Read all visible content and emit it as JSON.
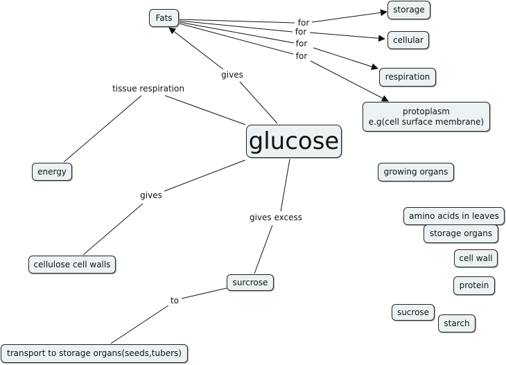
{
  "diagram": {
    "type": "concept-map",
    "central_concept": "glucose",
    "nodes": {
      "fats": "Fats",
      "storage": "storage",
      "cellular": "cellular",
      "respiration": "respiration",
      "protoplasm_line1": "protoplasm",
      "protoplasm_line2": "e.g(cell surface membrane)",
      "glucose": "glucose",
      "energy": "energy",
      "growing_organs": "growing organs",
      "amino_acids": "amino acids in leaves",
      "storage_organs": "storage organs",
      "cellulose": "cellulose cell walls",
      "cell_wall": "cell wall",
      "surcrose": "surcrose",
      "protein": "protein",
      "sucrose": "sucrose",
      "starch": "starch",
      "transport": "transport to storage organs(seeds,tubers)"
    },
    "links": {
      "for1": "for",
      "for2": "for",
      "for3": "for",
      "for4": "for",
      "gives_fats": "gives",
      "tissue_respiration": "tissue respiration",
      "gives_cellulose": "gives",
      "gives_excess": "gives excess",
      "to": "to"
    },
    "relations": [
      {
        "from": "glucose",
        "label": "gives",
        "to": "Fats"
      },
      {
        "from": "Fats",
        "label": "for",
        "to": "storage"
      },
      {
        "from": "Fats",
        "label": "for",
        "to": "cellular"
      },
      {
        "from": "Fats",
        "label": "for",
        "to": "respiration"
      },
      {
        "from": "Fats",
        "label": "for",
        "to": "protoplasm e.g(cell surface membrane)"
      },
      {
        "from": "glucose",
        "label": "tissue respiration",
        "to": "energy"
      },
      {
        "from": "glucose",
        "label": "gives",
        "to": "cellulose cell walls"
      },
      {
        "from": "glucose",
        "label": "gives excess",
        "to": "surcrose"
      },
      {
        "from": "surcrose",
        "label": "to",
        "to": "transport to storage organs(seeds,tubers)"
      }
    ],
    "colors": {
      "node_fill": "#ecf2f4",
      "node_border": "#222222",
      "line": "#111111"
    }
  }
}
